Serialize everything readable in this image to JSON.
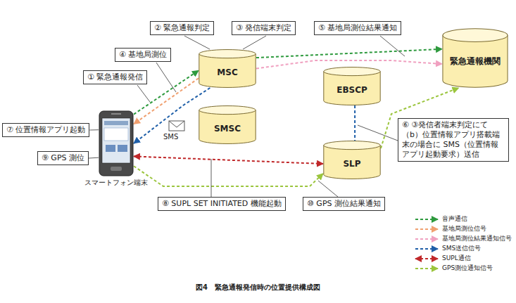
{
  "diagram": {
    "caption": "図4　緊急通報発信時の位置提供構成図",
    "nodes": [
      {
        "text": [
          "② 緊急通報判定"
        ]
      },
      {
        "text": [
          "③ 発信端末判定"
        ]
      },
      {
        "text": [
          "⑤ 基地局測位結果通知"
        ]
      },
      {
        "text": [
          "④ 基地局測位"
        ]
      },
      {
        "text": [
          "① 緊急通報発信"
        ]
      },
      {
        "text": [
          "MSC"
        ]
      },
      {
        "text": [
          "EBSCP"
        ]
      },
      {
        "text": [
          "緊急通報機関"
        ]
      },
      {
        "text": [
          "⑦ 位置情報アプリ起動"
        ]
      },
      {
        "text": [
          "SMSC"
        ]
      },
      {
        "text": [
          "⑥ ③発信者端末判定にて（b）位置情報アプリ搭載端末の場合に SMS（位置情報アプリ起動要求）送信"
        ]
      },
      {
        "text": [
          "スマートフォン端末"
        ]
      },
      {
        "text": [
          "⑨ GPS 測位"
        ]
      },
      {
        "text": [
          "SLP"
        ]
      },
      {
        "text": [
          "⑧ SUPL SET INITIATED 機能起動"
        ]
      },
      {
        "text": [
          "⑩ GPS 測位結果通知"
        ]
      }
    ],
    "edges": [
      {
        "from": 11,
        "to": 5,
        "arrow": "to"
      },
      {
        "from": 5,
        "to": 7,
        "arrow": "to"
      },
      {
        "from": 5,
        "to": 11,
        "arrow": "to"
      },
      {
        "from": 5,
        "to": 7,
        "arrow": "to"
      },
      {
        "from": 5,
        "to": 11,
        "arrow": "to"
      },
      {
        "from": 6,
        "to": 13,
        "arrow": "none"
      },
      {
        "from": 11,
        "to": 13,
        "arrow": "both"
      },
      {
        "from": 11,
        "to": 13,
        "arrow": "to"
      },
      {
        "from": 13,
        "to": 7,
        "arrow": "to"
      },
      {
        "from": 8,
        "to": 11,
        "arrow": "none"
      },
      {
        "from": 12,
        "to": 11,
        "arrow": "none"
      }
    ],
    "labels": [
      "SMS"
    ],
    "legend": [
      {
        "text": "音声通信"
      },
      {
        "text": "基地局測位信号"
      },
      {
        "text": "基地局測位結果通知信号"
      },
      {
        "text": "SMS送信信号"
      },
      {
        "text": "SUPL通信"
      },
      {
        "text": "GPS測位通知信号"
      }
    ]
  }
}
